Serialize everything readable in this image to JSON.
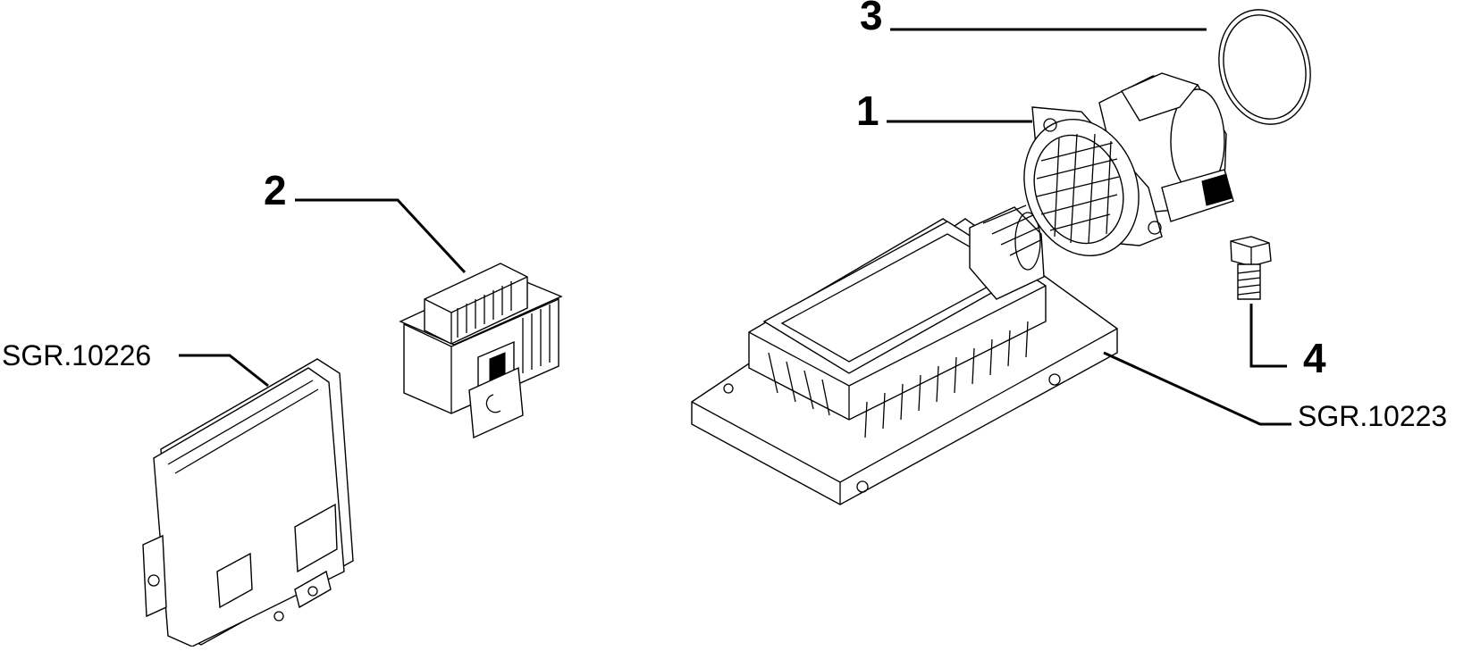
{
  "labels": {
    "callout_1": "1",
    "callout_2": "2",
    "callout_3": "3",
    "callout_4": "4",
    "ref_left": "SGR.10226",
    "ref_right": "SGR.10223"
  }
}
